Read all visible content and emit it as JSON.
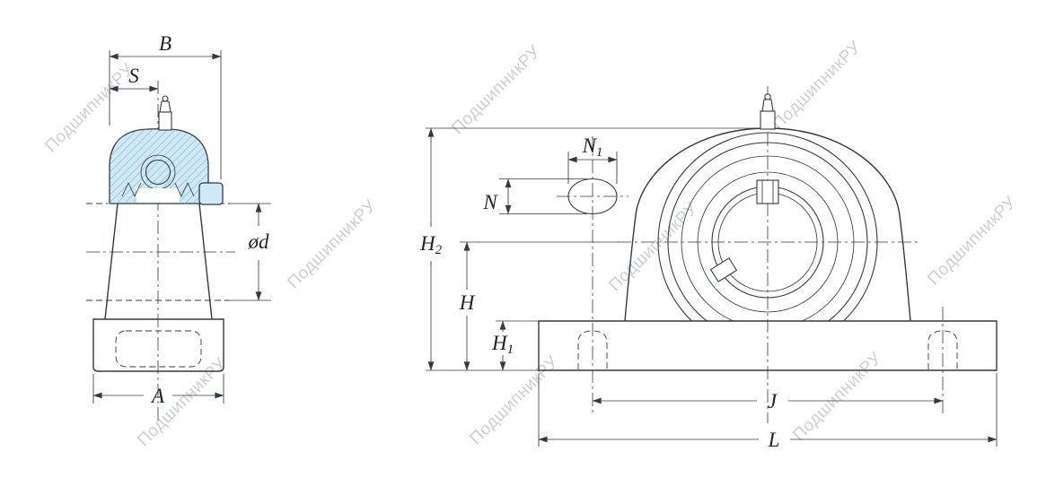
{
  "watermark": {
    "text": "ПодшипникРУ"
  },
  "colors": {
    "line": "#333a45",
    "bearing_fill": "#cfe9f7",
    "watermark": "#9ba1a8"
  },
  "side_view": {
    "dims": {
      "B": "B",
      "S": "S",
      "bore": "ød",
      "A": "A"
    }
  },
  "front_view": {
    "dims": {
      "N1": {
        "base": "N",
        "sub": "1"
      },
      "N": "N",
      "H2": {
        "base": "H",
        "sub": "2"
      },
      "H": "H",
      "H1": {
        "base": "H",
        "sub": "1"
      },
      "J": "J",
      "L": "L"
    }
  }
}
